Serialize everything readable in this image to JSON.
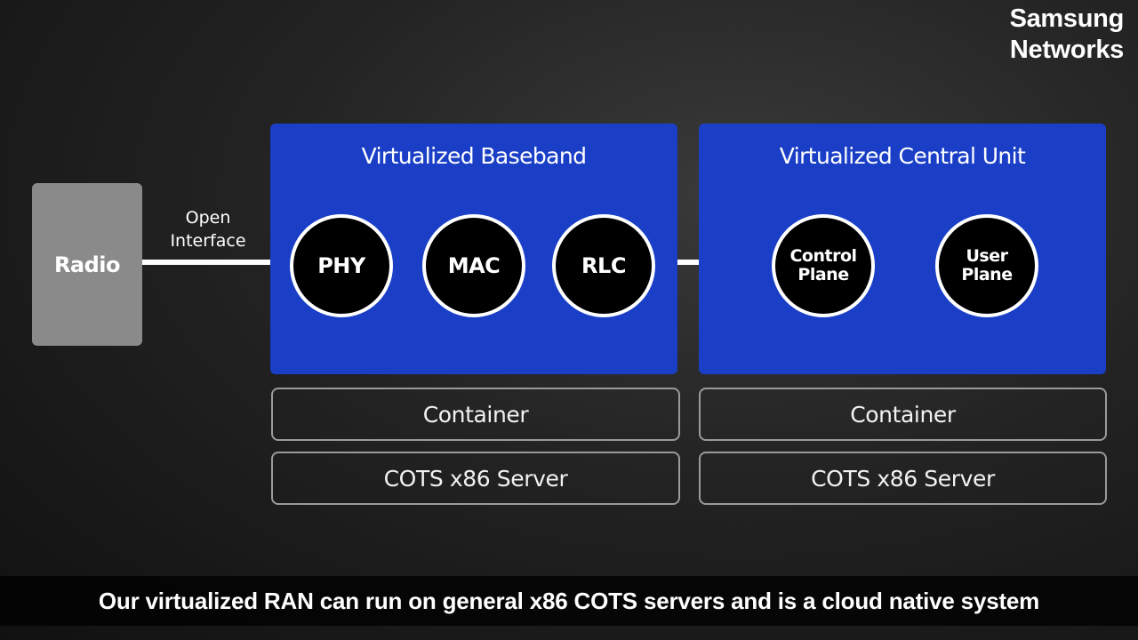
{
  "brand": {
    "line1": "Samsung",
    "line2": "Networks"
  },
  "radio": {
    "label": "Radio"
  },
  "open_interface": {
    "line1": "Open",
    "line2": "Interface"
  },
  "baseband": {
    "title": "Virtualized Baseband",
    "components": [
      "PHY",
      "MAC",
      "RLC"
    ],
    "container_label": "Container",
    "server_label": "COTS x86 Server"
  },
  "central_unit": {
    "title": "Virtualized Central Unit",
    "components": [
      {
        "line1": "Control",
        "line2": "Plane"
      },
      {
        "line1": "User",
        "line2": "Plane"
      }
    ],
    "container_label": "Container",
    "server_label": "COTS x86 Server"
  },
  "caption": "Our virtualized RAN can run on general x86 COTS servers and is a cloud native system",
  "colors": {
    "box_blue": "#1a3fc6",
    "radio_gray": "#8a8a8a",
    "outline_gray": "#9a9a9a"
  }
}
